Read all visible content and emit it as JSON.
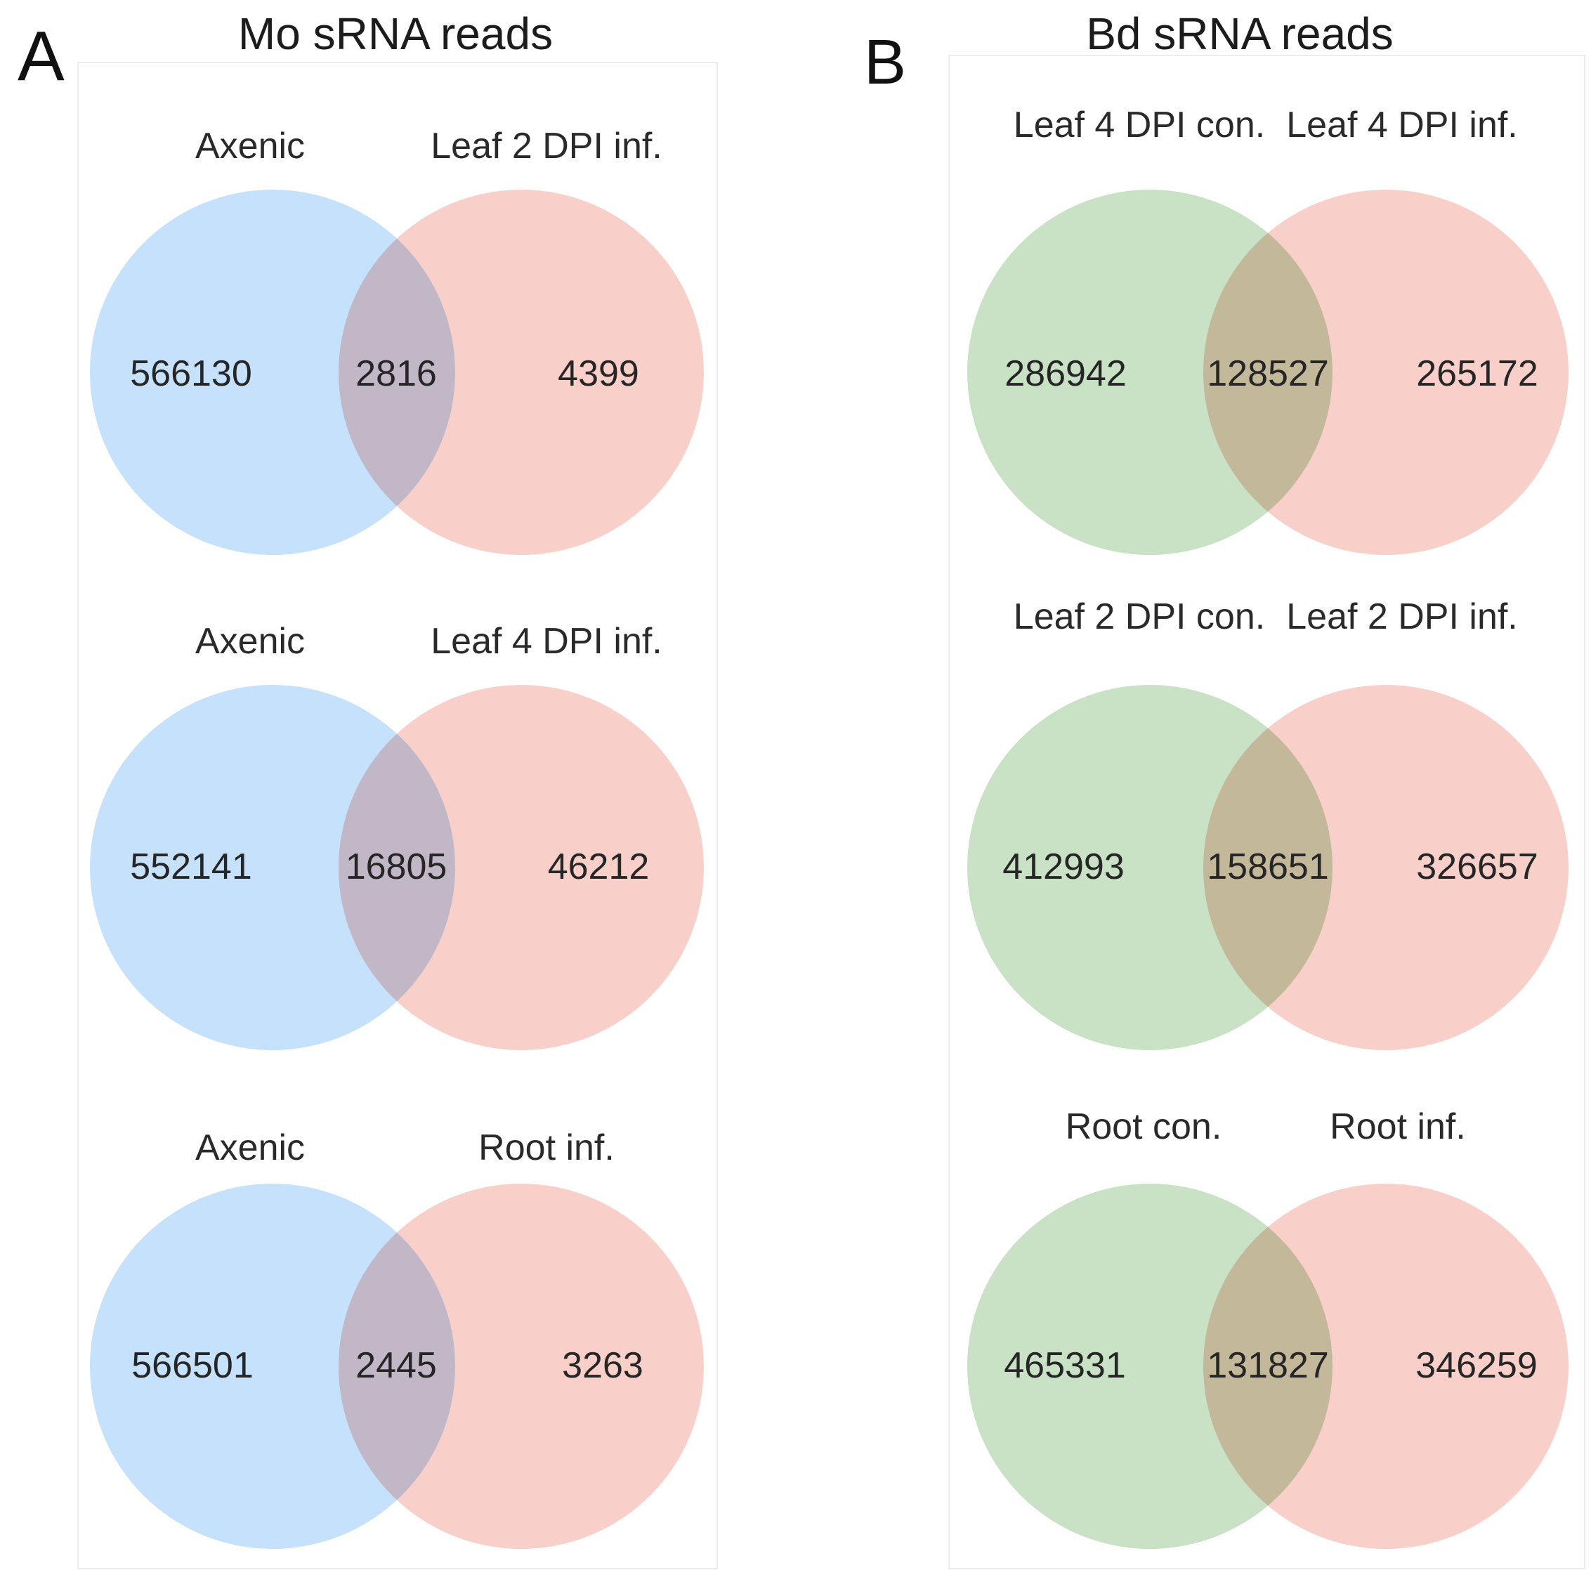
{
  "panels": {
    "a": {
      "letter": "A",
      "title": "Mo sRNA reads",
      "left_circle_color": "#c6e1fb",
      "right_circle_color": "#f9d0c9",
      "venns": [
        {
          "left_label": "Axenic",
          "right_label": "Leaf 2 DPI inf.",
          "left_value": "566130",
          "overlap_value": "2816",
          "right_value": "4399"
        },
        {
          "left_label": "Axenic",
          "right_label": "Leaf 4 DPI inf.",
          "left_value": "552141",
          "overlap_value": "16805",
          "right_value": "46212"
        },
        {
          "left_label": "Axenic",
          "right_label": "Root inf.",
          "left_value": "566501",
          "overlap_value": "2445",
          "right_value": "3263"
        }
      ]
    },
    "b": {
      "letter": "B",
      "title": "Bd sRNA reads",
      "left_circle_color": "#c9e2c5",
      "right_circle_color": "#f9d0c9",
      "venns": [
        {
          "left_label": "Leaf 4 DPI con.",
          "right_label": "Leaf 4 DPI inf.",
          "left_value": "286942",
          "overlap_value": "128527",
          "right_value": "265172"
        },
        {
          "left_label": "Leaf 2 DPI con.",
          "right_label": "Leaf 2 DPI inf.",
          "left_value": "412993",
          "overlap_value": "158651",
          "right_value": "326657"
        },
        {
          "left_label": "Root con.",
          "right_label": "Root inf.",
          "left_value": "465331",
          "overlap_value": "131827",
          "right_value": "346259"
        }
      ]
    }
  },
  "chart_data": [
    {
      "type": "venn",
      "panel": "A",
      "title": "Mo sRNA reads",
      "colors": {
        "left_circle": "#c6e1fb",
        "right_circle": "#f9d0c9",
        "overlap": "#d2c3d4"
      },
      "diagrams": [
        {
          "sets": [
            "Axenic",
            "Leaf 2 DPI inf."
          ],
          "left_only": 566130,
          "overlap": 2816,
          "right_only": 4399
        },
        {
          "sets": [
            "Axenic",
            "Leaf 4 DPI inf."
          ],
          "left_only": 552141,
          "overlap": 16805,
          "right_only": 46212
        },
        {
          "sets": [
            "Axenic",
            "Root inf."
          ],
          "left_only": 566501,
          "overlap": 2445,
          "right_only": 3263
        }
      ]
    },
    {
      "type": "venn",
      "panel": "B",
      "title": "Bd sRNA reads",
      "colors": {
        "left_circle": "#c9e2c5",
        "right_circle": "#f9d0c9",
        "overlap": "#d6c0a4"
      },
      "diagrams": [
        {
          "sets": [
            "Leaf 4 DPI con.",
            "Leaf 4 DPI inf."
          ],
          "left_only": 286942,
          "overlap": 128527,
          "right_only": 265172
        },
        {
          "sets": [
            "Leaf 2 DPI con.",
            "Leaf 2 DPI inf."
          ],
          "left_only": 412993,
          "overlap": 158651,
          "right_only": 326657
        },
        {
          "sets": [
            "Root con.",
            "Root inf."
          ],
          "left_only": 465331,
          "overlap": 131827,
          "right_only": 346259
        }
      ]
    }
  ]
}
